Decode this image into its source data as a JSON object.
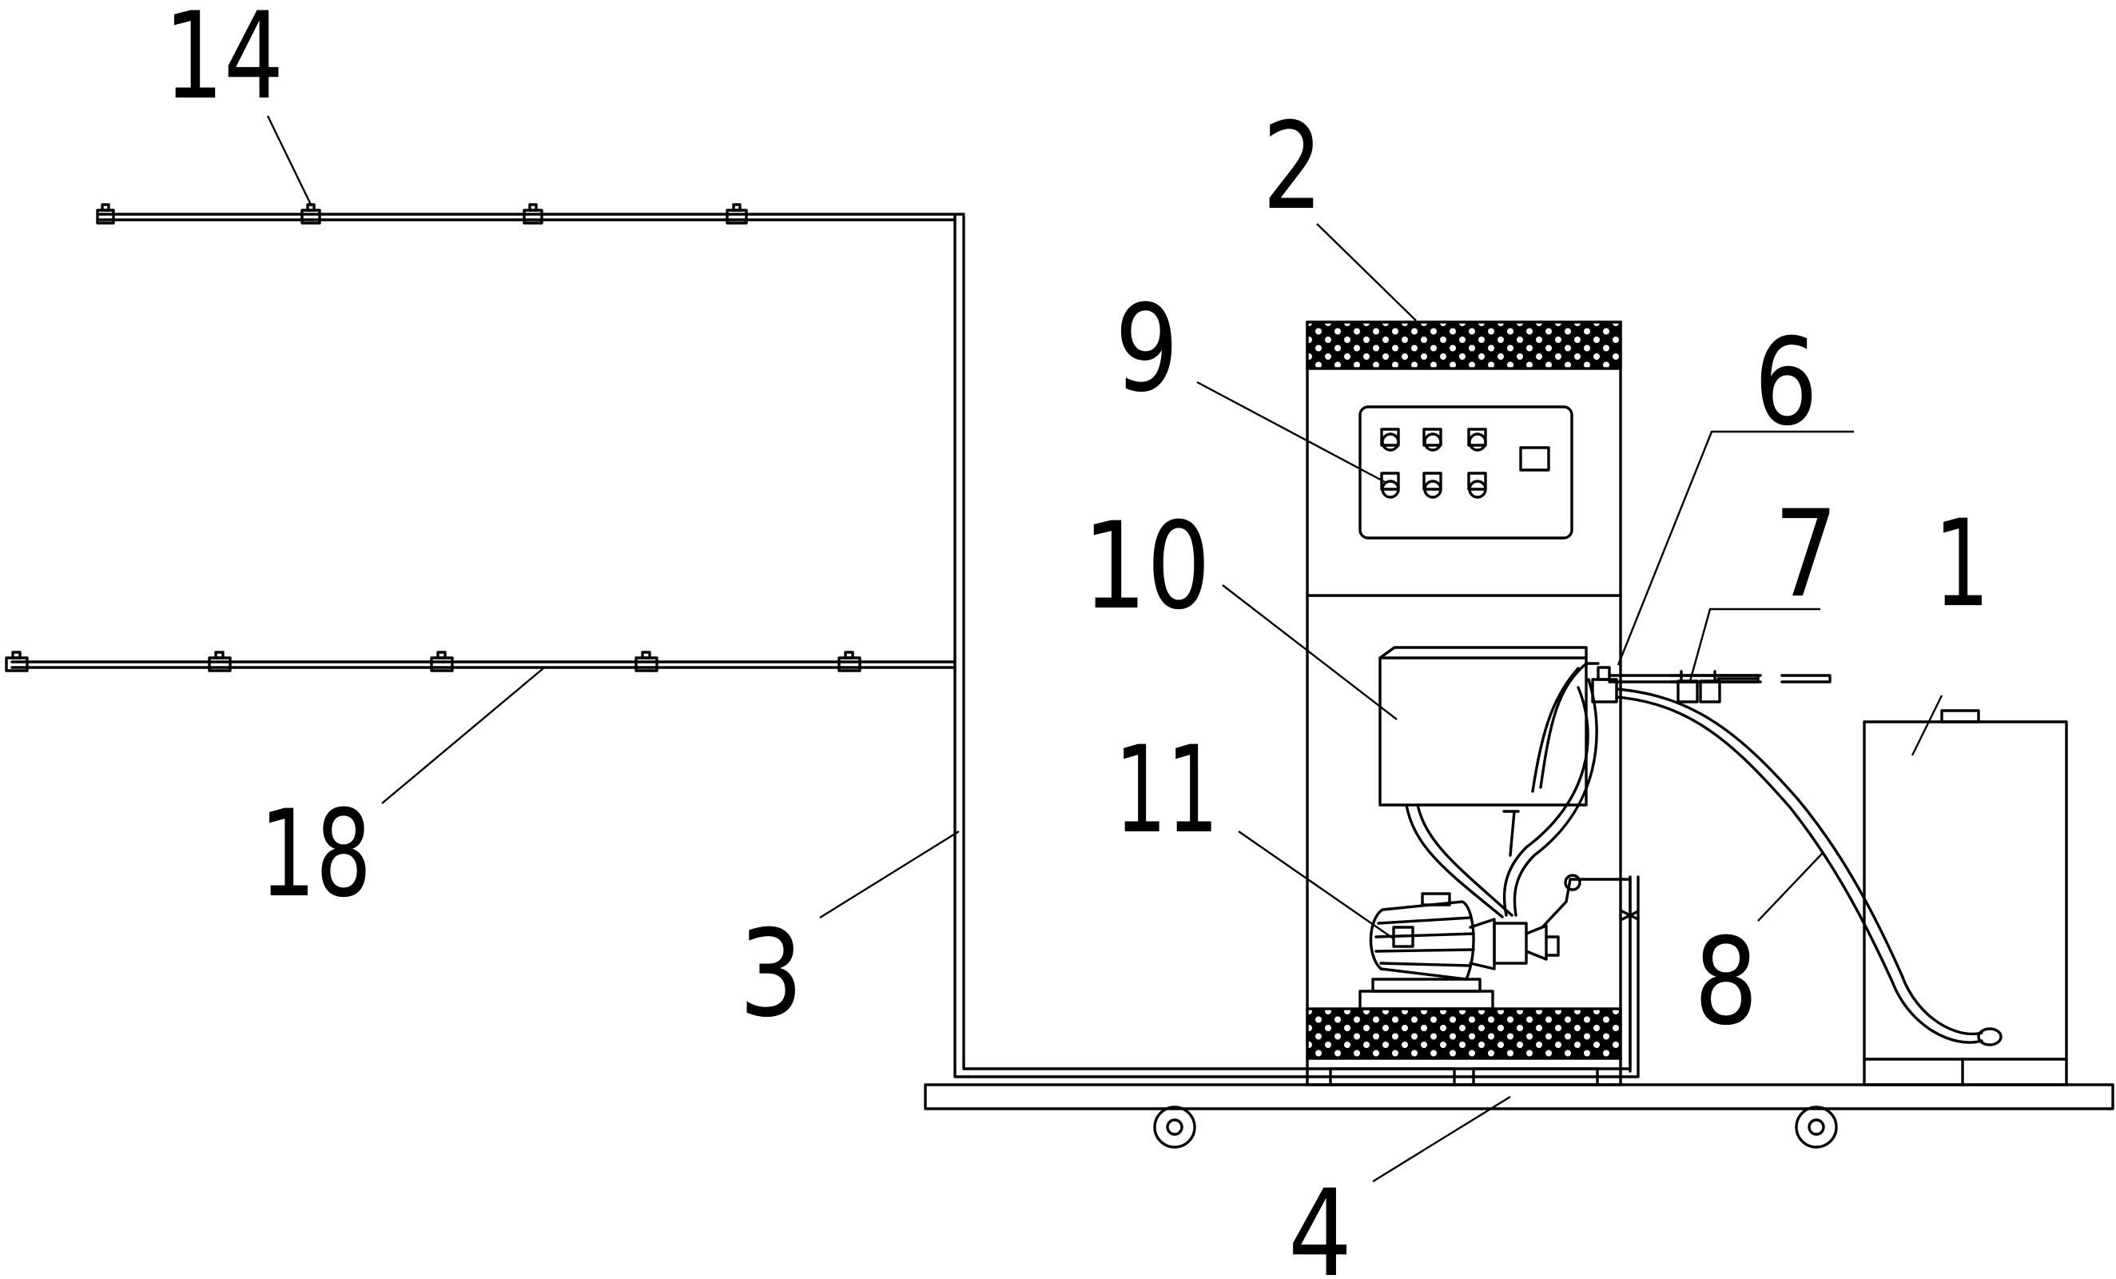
{
  "callouts": {
    "c1": "1",
    "c2": "2",
    "c3": "3",
    "c4": "4",
    "c6": "6",
    "c7": "7",
    "c8": "8",
    "c9": "9",
    "c10": "10",
    "c11": "11",
    "c14": "14",
    "c18": "18"
  }
}
